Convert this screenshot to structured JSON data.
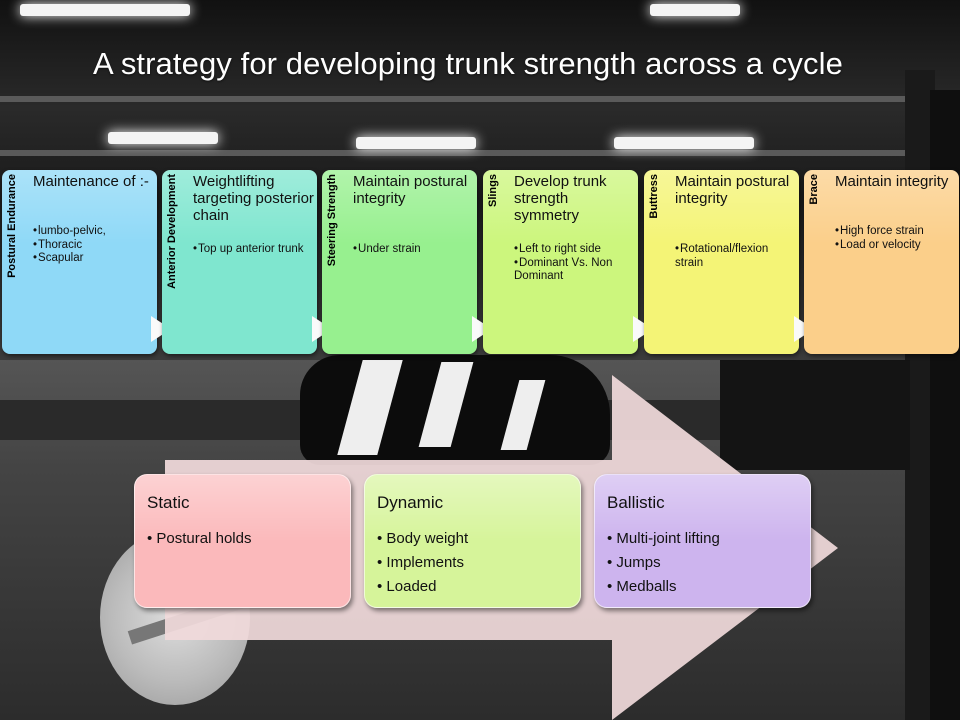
{
  "title": "A strategy for developing trunk strength across a cycle",
  "colors": {
    "postural_endurance": "#8fd9f7",
    "anterior_development": "#7fe6cf",
    "steering_strength": "#97f08f",
    "slings": "#ccf67d",
    "buttress": "#f4f476",
    "brace": "#fbcf8a",
    "static": "#fbb9bb",
    "dynamic": "#d6f49a",
    "ballistic": "#cdb4ee",
    "arrow": "#f0d9da"
  },
  "phases": [
    {
      "label": "Postural Endurance",
      "heading": "Maintenance of  :-",
      "points": [
        "lumbo-pelvic,",
        "Thoracic",
        "Scapular"
      ]
    },
    {
      "label": "Anterior Development",
      "heading": "Weightlifting targeting posterior chain",
      "points": [
        "Top up anterior trunk"
      ]
    },
    {
      "label": "Steering Strength",
      "heading": "Maintain postural integrity",
      "points": [
        "Under strain"
      ]
    },
    {
      "label": "Slings",
      "heading": "Develop trunk strength symmetry",
      "points": [
        "Left to right side",
        "Dominant Vs. Non Dominant"
      ]
    },
    {
      "label": "Buttress",
      "heading": "Maintain postural integrity",
      "points": [
        "Rotational/flexion strain"
      ]
    },
    {
      "label": "Brace",
      "heading": "Maintain integrity",
      "points": [
        "High force strain",
        "Load or velocity"
      ]
    }
  ],
  "stages": [
    {
      "name": "Static",
      "points": [
        "Postural holds"
      ]
    },
    {
      "name": "Dynamic",
      "points": [
        "Body weight",
        "Implements",
        "Loaded"
      ]
    },
    {
      "name": "Ballistic",
      "points": [
        "Multi-joint lifting",
        "Jumps",
        "Medballs"
      ]
    }
  ]
}
